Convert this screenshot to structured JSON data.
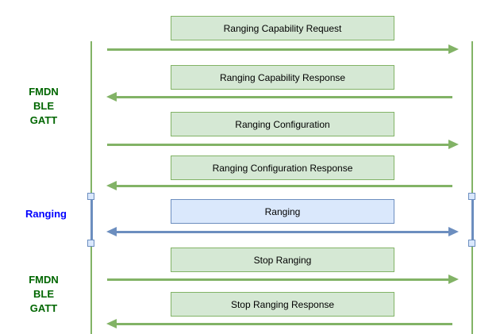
{
  "diagram": {
    "type": "sequence-message-flow",
    "participants": 2
  },
  "colors": {
    "background": "#ffffff",
    "green_fill": "#d5e8d4",
    "green_stroke": "#82b366",
    "blue_fill": "#dae8fc",
    "blue_stroke": "#6c8ebf",
    "label_green": "#006600",
    "label_blue": "#0000ff",
    "text": "#000000"
  },
  "section_labels": [
    {
      "lines": [
        "FMDN",
        "BLE",
        "GATT"
      ],
      "color": "#006600"
    },
    {
      "lines": [
        "Ranging"
      ],
      "color": "#0000ff"
    },
    {
      "lines": [
        "FMDN",
        "BLE",
        "GATT"
      ],
      "color": "#006600"
    }
  ],
  "messages": [
    {
      "label": "Ranging Capability Request",
      "direction": "right",
      "theme": "green"
    },
    {
      "label": "Ranging Capability Response",
      "direction": "left",
      "theme": "green"
    },
    {
      "label": "Ranging Configuration",
      "direction": "right",
      "theme": "green"
    },
    {
      "label": "Ranging Configuration Response",
      "direction": "left",
      "theme": "green"
    },
    {
      "label": "Ranging",
      "direction": "bidirectional",
      "theme": "blue"
    },
    {
      "label": "Stop Ranging",
      "direction": "right",
      "theme": "green"
    },
    {
      "label": "Stop Ranging Response",
      "direction": "left",
      "theme": "green"
    }
  ],
  "lifelines": {
    "style_outside_ranging": "green",
    "style_during_ranging": "blue",
    "endpoint_marker": "small-square"
  }
}
